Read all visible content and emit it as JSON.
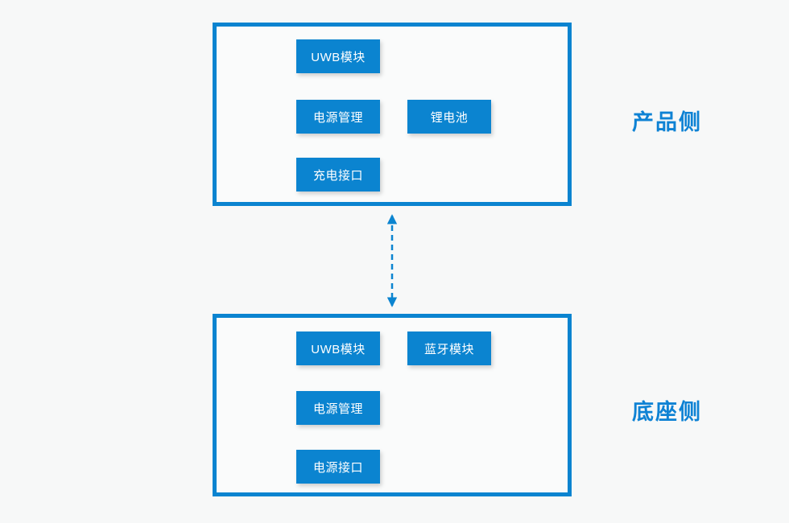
{
  "diagram": {
    "accent_color": "#0b84d0",
    "background_color": "#f7f8f8",
    "product_side": {
      "label": "产品侧",
      "nodes": {
        "uwb": "UWB模块",
        "power_mgmt": "电源管理",
        "battery": "锂电池",
        "charge_port": "充电接口"
      }
    },
    "base_side": {
      "label": "底座侧",
      "nodes": {
        "uwb": "UWB模块",
        "bluetooth": "蓝牙模块",
        "power_mgmt": "电源管理",
        "power_port": "电源接口"
      }
    }
  }
}
